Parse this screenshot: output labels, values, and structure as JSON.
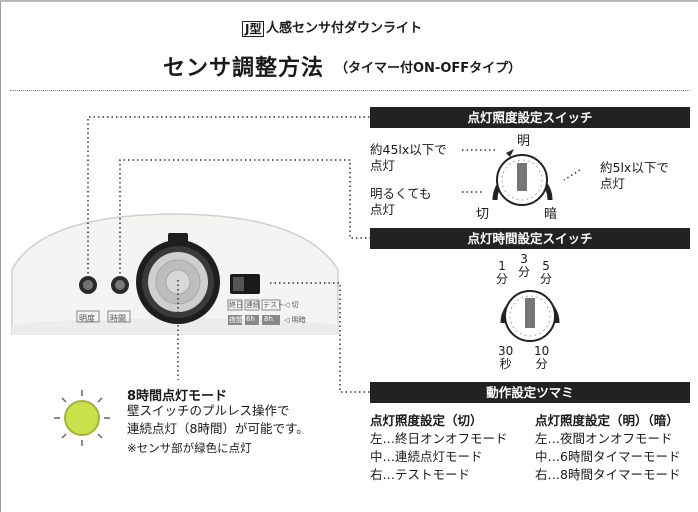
{
  "header": {
    "brand_tag": "J型",
    "subtitle": "人感センサ付ダウンライト",
    "title": "センサ調整方法",
    "title_suffix": "（タイマー付ON-OFFタイプ）"
  },
  "device": {
    "knob1_labels": {
      "top": "明",
      "left": "切",
      "bottom": "暗"
    },
    "knob1_tag": "明度",
    "knob2_labels": {
      "left": "1",
      "top": "3",
      "right": "5",
      "bottom_left": "30",
      "bottom_right": "10"
    },
    "knob2_tag": "時間",
    "mode_labels": [
      "終日",
      "連続",
      "テスト"
    ],
    "mode_arrow": "◁ 切",
    "mode_labels_2": [
      "夜間",
      "6h",
      "8h"
    ],
    "mode_arrow_2": "◁ 明暗"
  },
  "illuminance_switch": {
    "title": "点灯照度設定スイッチ",
    "note_left_top": "約45lx以下で\n点灯",
    "note_left_bottom": "明るくても\n点灯",
    "note_right": "約5lx以下で\n点灯",
    "label_bright": "明",
    "label_off": "切",
    "label_dark": "暗"
  },
  "time_switch": {
    "title": "点灯時間設定スイッチ",
    "label_1": "1\n分",
    "label_3": "3\n分",
    "label_5": "5\n分",
    "label_30": "30\n秒",
    "label_10": "10\n分"
  },
  "mode_8h": {
    "title": "8時間点灯モード",
    "line1": "壁スイッチのプルレス操作で",
    "line2": "連続点灯（8時間）が可能です。",
    "note": "※センサ部が緑色に点灯"
  },
  "operation_knob": {
    "title": "動作設定ツマミ",
    "col1": {
      "heading": "点灯照度設定（切）",
      "items": [
        "左…終日オンオフモード",
        "中…連続点灯モード",
        "右…テストモード"
      ]
    },
    "col2": {
      "heading": "点灯照度設定（明）（暗）",
      "items": [
        "左…夜間オンオフモード",
        "中…6時間タイマーモード",
        "右…8時間タイマーモード"
      ]
    }
  },
  "colors": {
    "led_green": "#c8e04a",
    "bar_bg": "#222222"
  }
}
